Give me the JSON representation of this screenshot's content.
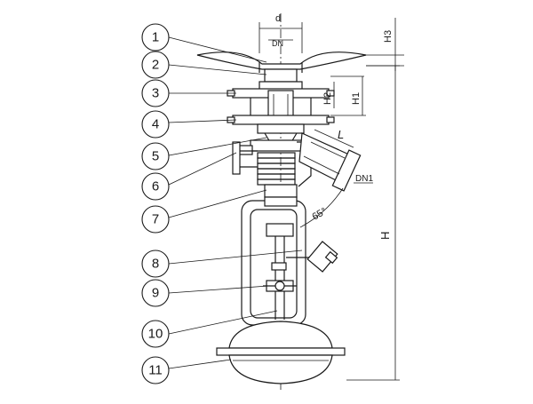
{
  "callouts": [
    "1",
    "2",
    "3",
    "4",
    "5",
    "6",
    "7",
    "8",
    "9",
    "10",
    "11"
  ],
  "dimensions": {
    "d": "d",
    "dn": "DN",
    "h3": "H3",
    "h1": "H1",
    "h2": "H2",
    "l": "L",
    "dn1": "DN1",
    "angle": "65°",
    "h": "H"
  }
}
